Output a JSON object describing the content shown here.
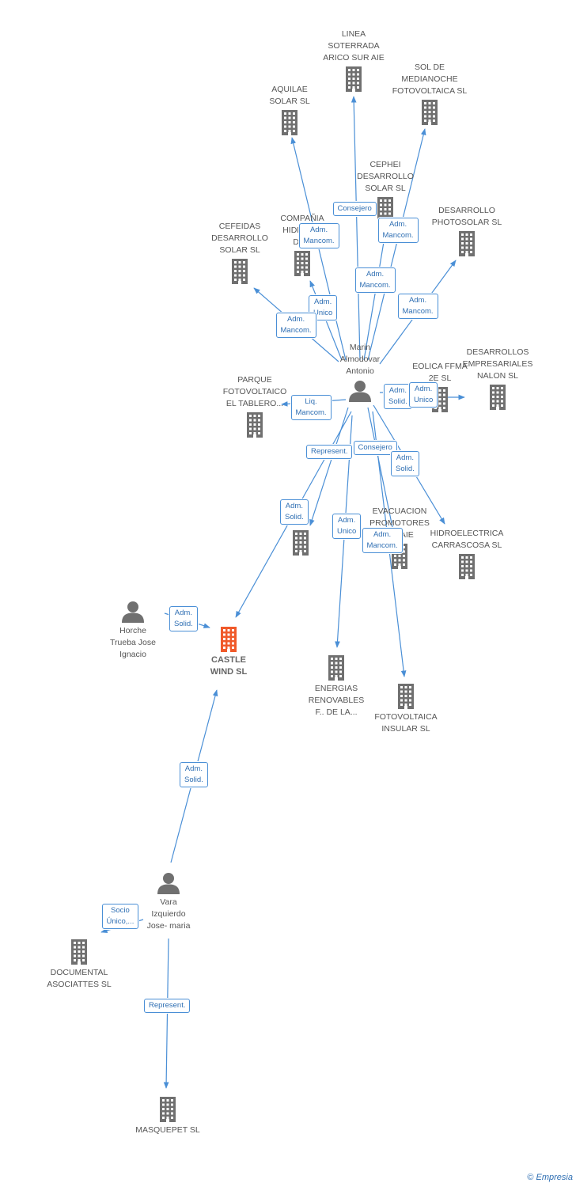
{
  "colors": {
    "edge": "#4a8fd6",
    "node": "#707070",
    "focus": "#f05a2a",
    "label_border": "#4a8fd6"
  },
  "nodes": [
    {
      "id": "linea",
      "kind": "company",
      "label_lines": [
        "LINEA",
        "SOTERRADA",
        "ARICO SUR AIE"
      ]
    },
    {
      "id": "sol",
      "kind": "company",
      "label_lines": [
        "SOL DE",
        "MEDIANOCHE",
        "FOTOVOLTAICA SL"
      ]
    },
    {
      "id": "aquilae",
      "kind": "company",
      "label_lines": [
        "AQUILAE",
        "SOLAR SL"
      ]
    },
    {
      "id": "cephei",
      "kind": "company",
      "label_lines": [
        "CEPHEI",
        "DESARROLLO",
        "SOLAR SL"
      ]
    },
    {
      "id": "compania",
      "kind": "company",
      "label_lines": [
        "COMPAÑIA",
        "HIDROE...",
        "DE..."
      ]
    },
    {
      "id": "photosolar",
      "kind": "company",
      "label_lines": [
        "DESARROLLO",
        "PHOTOSOLAR SL"
      ]
    },
    {
      "id": "cefeidas",
      "kind": "company",
      "label_lines": [
        "CEFEIDAS",
        "DESARROLLO",
        "SOLAR SL"
      ]
    },
    {
      "id": "marin",
      "kind": "person",
      "label_lines": [
        "Marin",
        "Almodovar",
        "Antonio"
      ]
    },
    {
      "id": "eolica",
      "kind": "company",
      "label_lines": [
        "EOLICA FFMA",
        "2E SL"
      ]
    },
    {
      "id": "nalon",
      "kind": "company",
      "label_lines": [
        "DESARROLLOS",
        "EMPRESARIALES",
        "NALON SL"
      ]
    },
    {
      "id": "parque",
      "kind": "company",
      "label_lines": [
        "PARQUE",
        "FOTOVOLTAICO",
        "EL TABLERO..."
      ]
    },
    {
      "id": "hidden_a",
      "kind": "company",
      "label_lines": [
        "...A"
      ]
    },
    {
      "id": "evacuacion",
      "kind": "company",
      "label_lines": [
        "EVACUACION",
        "PROMOTORES",
        "...R AIE"
      ]
    },
    {
      "id": "carrascosa",
      "kind": "company",
      "label_lines": [
        "HIDROELECTRICA",
        "CARRASCOSA SL"
      ]
    },
    {
      "id": "horche",
      "kind": "person",
      "label_lines": [
        "Horche",
        "Trueba Jose",
        "Ignacio"
      ]
    },
    {
      "id": "castle",
      "kind": "focus",
      "label_lines": [
        "CASTLE",
        "WIND SL"
      ]
    },
    {
      "id": "energias",
      "kind": "company",
      "label_lines": [
        "ENERGIAS",
        "RENOVABLES",
        "F.. DE LA..."
      ]
    },
    {
      "id": "insular",
      "kind": "company",
      "label_lines": [
        "FOTOVOLTAICA",
        "INSULAR SL"
      ]
    },
    {
      "id": "vara",
      "kind": "person",
      "label_lines": [
        "Vara",
        "Izquierdo",
        "Jose- maria"
      ]
    },
    {
      "id": "documental",
      "kind": "company",
      "label_lines": [
        "DOCUMENTAL",
        "ASOCIATTES SL"
      ]
    },
    {
      "id": "masquepet",
      "kind": "company",
      "label_lines": [
        "MASQUEPET SL"
      ]
    }
  ],
  "edges": [
    {
      "from": "marin",
      "to": "linea",
      "label_lines": [
        "Consejero"
      ]
    },
    {
      "from": "marin",
      "to": "sol",
      "label_lines": [
        "Adm.",
        "Mancom."
      ]
    },
    {
      "from": "marin",
      "to": "aquilae",
      "label_lines": [
        "Adm.",
        "Mancom."
      ]
    },
    {
      "from": "marin",
      "to": "cephei",
      "label_lines": [
        "Adm.",
        "Mancom."
      ]
    },
    {
      "from": "marin",
      "to": "compania",
      "label_lines": [
        "Adm.",
        "Unico"
      ]
    },
    {
      "from": "marin",
      "to": "cefeidas",
      "label_lines": [
        "Adm.",
        "Mancom."
      ]
    },
    {
      "from": "marin",
      "to": "photosolar",
      "label_lines": [
        "Adm.",
        "Mancom."
      ]
    },
    {
      "from": "marin",
      "to": "eolica",
      "label_lines": [
        "Adm.",
        "Solid."
      ]
    },
    {
      "from": "marin",
      "to": "nalon",
      "label_lines": [
        "Adm.",
        "Unico"
      ]
    },
    {
      "from": "marin",
      "to": "parque",
      "label_lines": [
        "Liq.",
        "Mancom."
      ]
    },
    {
      "from": "marin",
      "to": "hidden_a",
      "label_lines": [
        "Represent."
      ]
    },
    {
      "from": "marin",
      "to": "evacuacion",
      "label_lines": [
        "Consejero"
      ]
    },
    {
      "from": "marin",
      "to": "carrascosa",
      "label_lines": [
        "Adm.",
        "Solid."
      ]
    },
    {
      "from": "marin",
      "to": "castle",
      "label_lines": [
        "Adm.",
        "Solid."
      ]
    },
    {
      "from": "marin",
      "to": "energias",
      "label_lines": [
        "Adm.",
        "Unico"
      ]
    },
    {
      "from": "marin",
      "to": "insular",
      "label_lines": [
        "Adm.",
        "Mancom."
      ]
    },
    {
      "from": "horche",
      "to": "castle",
      "label_lines": [
        "Adm.",
        "Solid."
      ]
    },
    {
      "from": "vara",
      "to": "castle",
      "label_lines": [
        "Adm.",
        "Solid."
      ]
    },
    {
      "from": "vara",
      "to": "documental",
      "label_lines": [
        "Socio",
        "Único,..."
      ]
    },
    {
      "from": "vara",
      "to": "masquepet",
      "label_lines": [
        "Represent."
      ]
    }
  ],
  "footer": {
    "symbol": "©",
    "brand": "Empresia"
  }
}
